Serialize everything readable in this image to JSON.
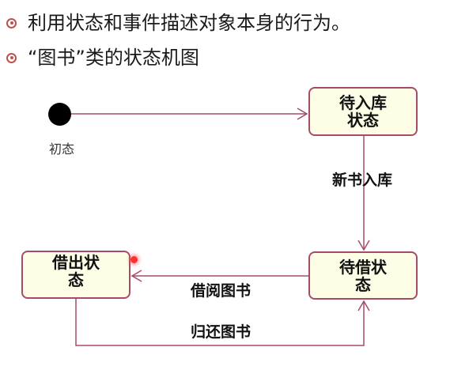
{
  "bullets": [
    {
      "text": "利用状态和事件描述对象本身的行为。"
    },
    {
      "text": "“图书”类的状态机图"
    }
  ],
  "diagram": {
    "initial_label": "初态",
    "states": {
      "warehouse": "待入库\n状态",
      "lent": "借出状\n态",
      "wait_lend": "待借状\n态"
    },
    "transitions": {
      "new_book": "新书入库",
      "borrow": "借阅图书",
      "return": "归还图书"
    }
  },
  "colors": {
    "bullet": "#c0504d",
    "state_fill": "#fefee6",
    "state_border": "#a54c69",
    "arrow": "#a54c69",
    "cursor": "#ff3030"
  }
}
